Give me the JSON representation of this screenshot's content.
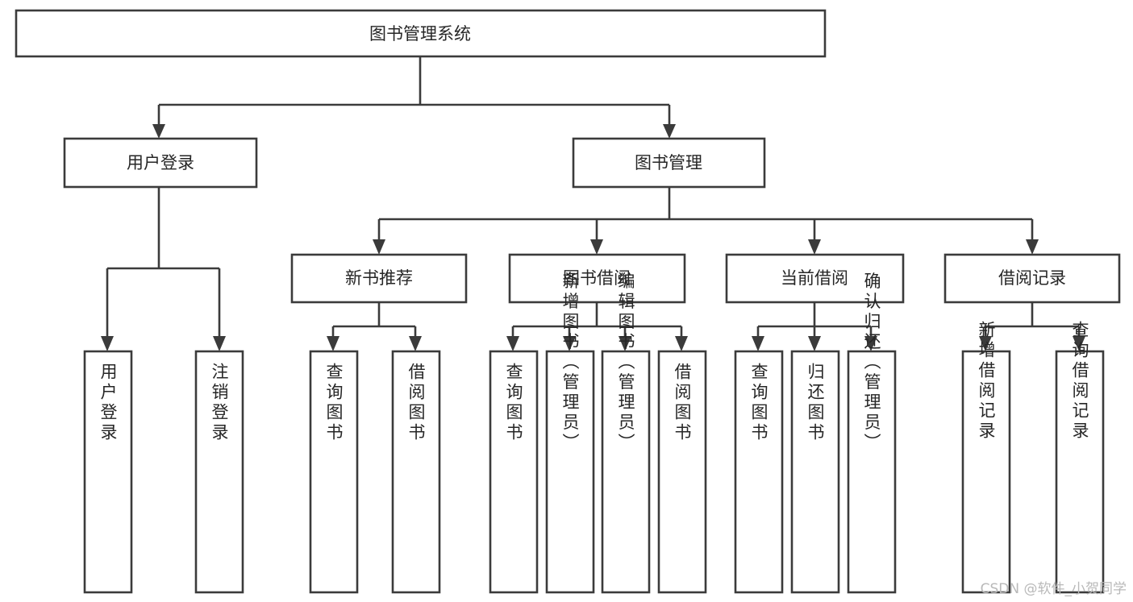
{
  "diagram": {
    "title": "图书管理系统",
    "type": "tree",
    "orientation": "top-down",
    "levels": 4,
    "colors": {
      "box_stroke": "#3b3b3b",
      "box_fill": "#ffffff",
      "link": "#3b3b3b",
      "text": "#262626",
      "background": "#ffffff",
      "watermark": "#b9b9b9"
    },
    "root": {
      "label": "图书管理系统",
      "orientation": "horizontal"
    },
    "level2": [
      {
        "label": "用户登录",
        "orientation": "horizontal"
      },
      {
        "label": "图书管理",
        "orientation": "horizontal"
      }
    ],
    "level3": [
      {
        "label": "新书推荐",
        "orientation": "horizontal"
      },
      {
        "label": "图书借阅",
        "orientation": "horizontal"
      },
      {
        "label": "当前借阅",
        "orientation": "horizontal"
      },
      {
        "label": "借阅记录",
        "orientation": "horizontal"
      }
    ],
    "leaves": {
      "user_login": [
        {
          "label": "用户登录",
          "orientation": "vertical"
        },
        {
          "label": "注销登录",
          "orientation": "vertical"
        }
      ],
      "new_book_recommend": [
        {
          "label": "查询图书",
          "orientation": "vertical"
        },
        {
          "label": "借阅图书",
          "orientation": "vertical"
        }
      ],
      "book_borrow": [
        {
          "label": "查询图书",
          "orientation": "vertical"
        },
        {
          "label": "新增图书（管理员）",
          "orientation": "vertical"
        },
        {
          "label": "编辑图书（管理员）",
          "orientation": "vertical"
        },
        {
          "label": "借阅图书",
          "orientation": "vertical"
        }
      ],
      "current_borrow": [
        {
          "label": "查询图书",
          "orientation": "vertical"
        },
        {
          "label": "归还图书",
          "orientation": "vertical"
        },
        {
          "label": "确认归还（管理员）",
          "orientation": "vertical"
        }
      ],
      "borrow_record": [
        {
          "label": "新增借阅记录",
          "orientation": "vertical"
        },
        {
          "label": "查询借阅记录",
          "orientation": "vertical"
        }
      ]
    }
  },
  "watermark": {
    "text": "CSDN @软件_小贺同学"
  }
}
